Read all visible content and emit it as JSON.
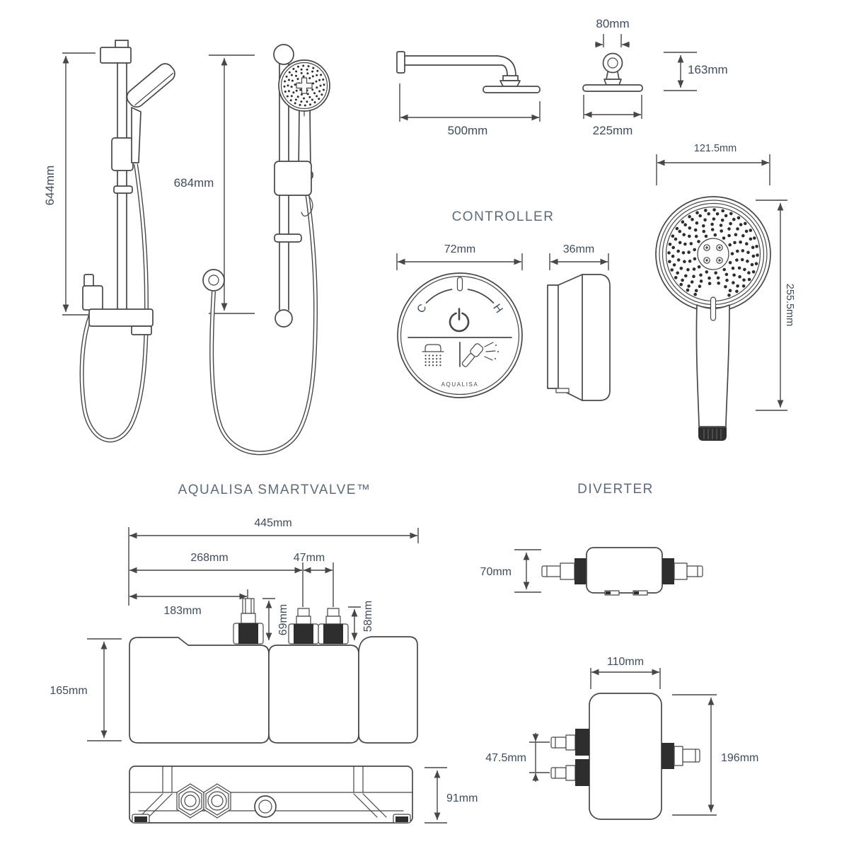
{
  "page": {
    "title_color": "#5d6b7a",
    "dim_color": "#3e4c5e",
    "line_color": "#474747"
  },
  "rail": {
    "side_height": "644mm",
    "front_height": "684mm"
  },
  "overhead": {
    "arm_length": "500mm",
    "mount_width": "80mm",
    "drop_height": "163mm",
    "head_width": "225mm"
  },
  "controller": {
    "title": "CONTROLLER",
    "face_width": "72mm",
    "depth": "36mm",
    "cold": "C",
    "hot": "H",
    "brand": "AQUALISA"
  },
  "handset": {
    "head_width": "121.5mm",
    "length": "255.5mm"
  },
  "smartvalve": {
    "title": "AQUALISA SMARTVALVE™",
    "overall_width": "445mm",
    "inlet_right_offset": "268mm",
    "inlet_spacing": "47mm",
    "outlet_offset": "183mm",
    "outlet_port_height": "69mm",
    "inlet_port_height": "58mm",
    "body_height": "165mm",
    "body_depth": "91mm"
  },
  "diverter": {
    "title": "DIVERTER",
    "side_height": "70mm",
    "front_width": "110mm",
    "port_spacing": "47.5mm",
    "overall_height": "196mm"
  }
}
